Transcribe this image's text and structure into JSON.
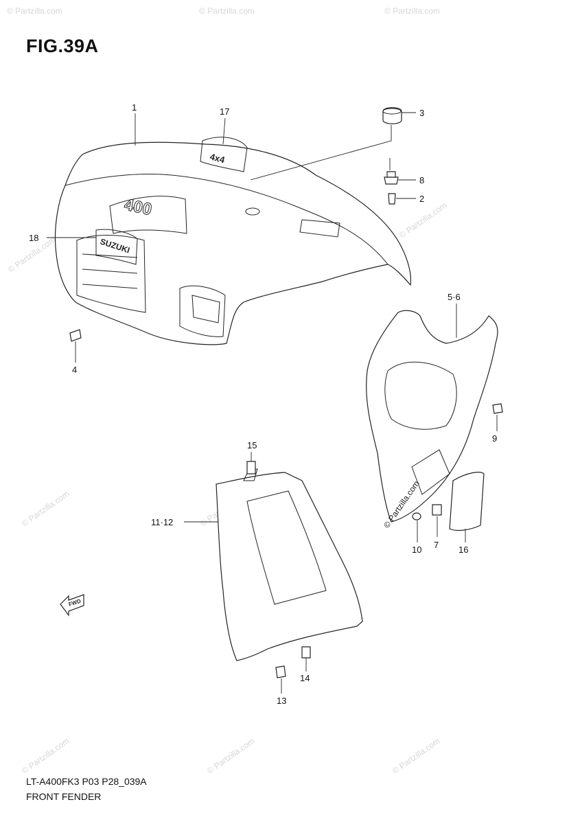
{
  "figure": {
    "title": "FIG.39A",
    "model_code": "LT-A400FK3 P03 P28_039A",
    "section_name": "FRONT FENDER"
  },
  "callouts": {
    "c1": "1",
    "c17": "17",
    "c3": "3",
    "c8": "8",
    "c2": "2",
    "c18": "18",
    "c4": "4",
    "c5_6": "5·6",
    "c9": "9",
    "c15": "15",
    "c11_12": "11·12",
    "c10": "10",
    "c7": "7",
    "c16": "16",
    "c14": "14",
    "c13": "13"
  },
  "decals": {
    "brand": "SUZUKI",
    "drive": "4x4",
    "badge": "400"
  },
  "fwd_arrow": "FWD",
  "watermark": {
    "text": "© Partzilla.com",
    "color": "#d6d6d6"
  }
}
